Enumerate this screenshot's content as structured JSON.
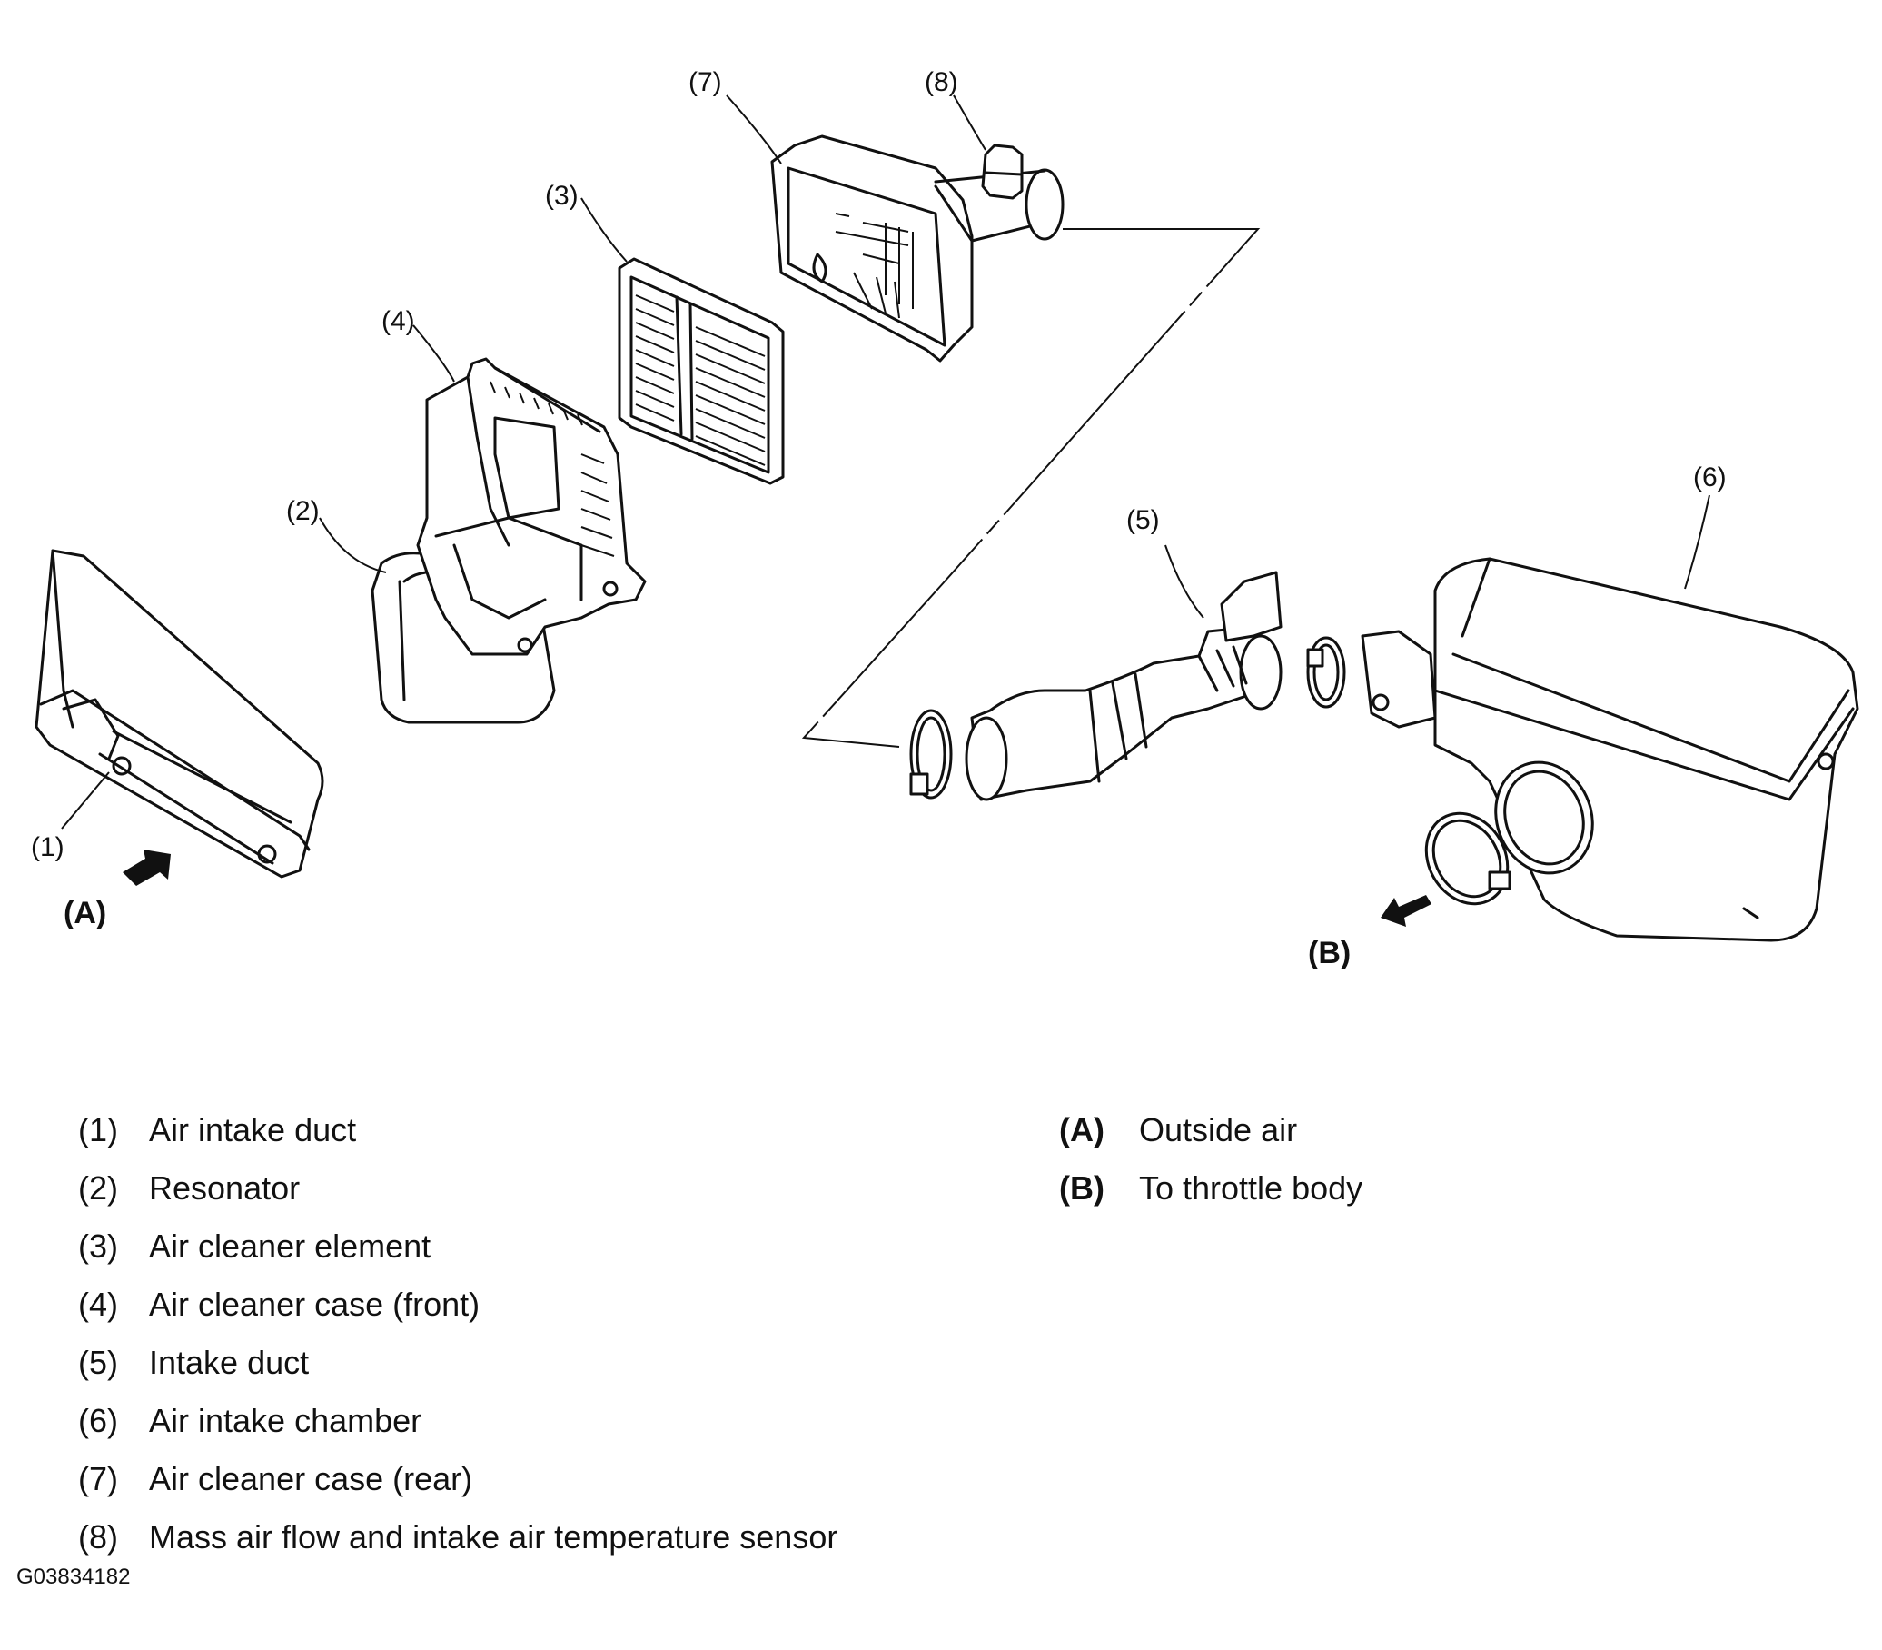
{
  "callouts": {
    "c1": "(1)",
    "c2": "(2)",
    "c3": "(3)",
    "c4": "(4)",
    "c5": "(5)",
    "c6": "(6)",
    "c7": "(7)",
    "c8": "(8)",
    "A": "(A)",
    "B": "(B)"
  },
  "legend_parts": [
    {
      "num": "(1)",
      "text": "Air intake duct"
    },
    {
      "num": "(2)",
      "text": "Resonator"
    },
    {
      "num": "(3)",
      "text": "Air cleaner element"
    },
    {
      "num": "(4)",
      "text": "Air cleaner case (front)"
    },
    {
      "num": "(5)",
      "text": "Intake duct"
    },
    {
      "num": "(6)",
      "text": "Air intake chamber"
    },
    {
      "num": "(7)",
      "text": "Air cleaner case (rear)"
    },
    {
      "num": "(8)",
      "text": "Mass air flow and intake air temperature sensor"
    }
  ],
  "legend_airflow": [
    {
      "key": "(A)",
      "text": "Outside air"
    },
    {
      "key": "(B)",
      "text": "To throttle body"
    }
  ],
  "figure_id": "G03834182"
}
